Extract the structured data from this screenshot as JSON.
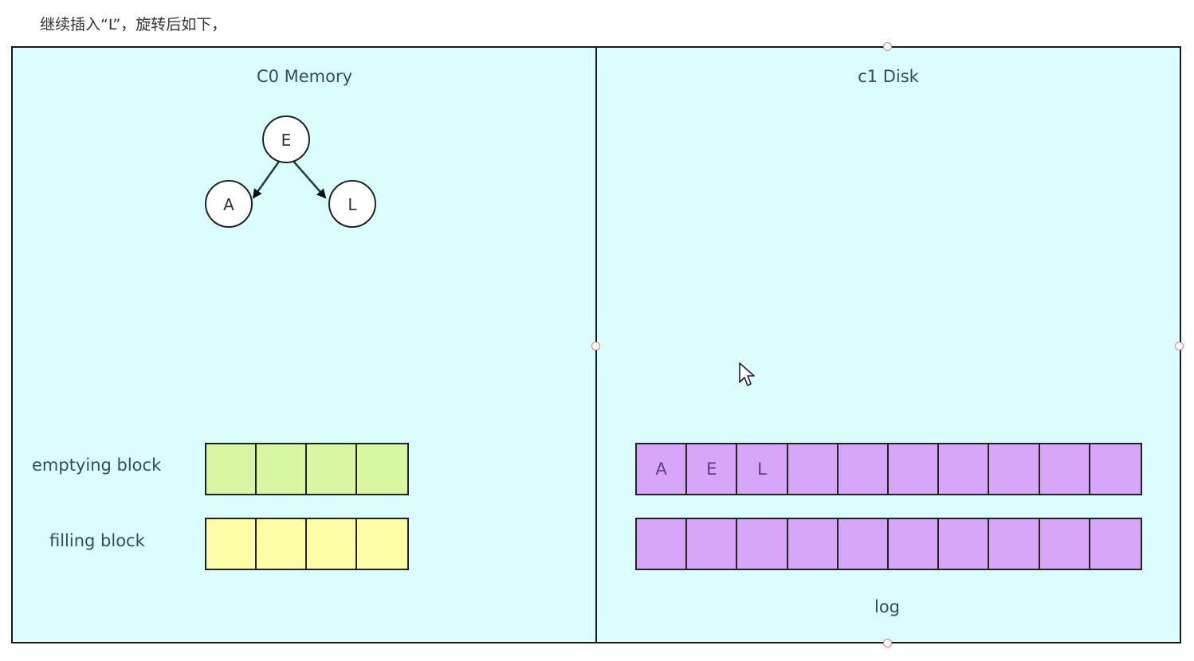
{
  "caption": "继续插入“L”，旋转后如下，",
  "memory_panel": {
    "title": "C0 Memory",
    "tree": {
      "root": "E",
      "left": "A",
      "right": "L"
    },
    "emptying_block": {
      "label": "emptying block",
      "cells": [
        "",
        "",
        "",
        ""
      ],
      "color": "#d9f7a3"
    },
    "filling_block": {
      "label": "filling block",
      "cells": [
        "",
        "",
        "",
        ""
      ],
      "color": "#fdfda8"
    }
  },
  "disk_panel": {
    "title": "c1 Disk",
    "row1": [
      "A",
      "E",
      "L",
      "",
      "",
      "",
      "",
      "",
      "",
      ""
    ],
    "row2": [
      "",
      "",
      "",
      "",
      "",
      "",
      "",
      "",
      "",
      ""
    ],
    "log_label": "log",
    "color": "#d8a6f8"
  },
  "panel_background": "#dcfdfe"
}
